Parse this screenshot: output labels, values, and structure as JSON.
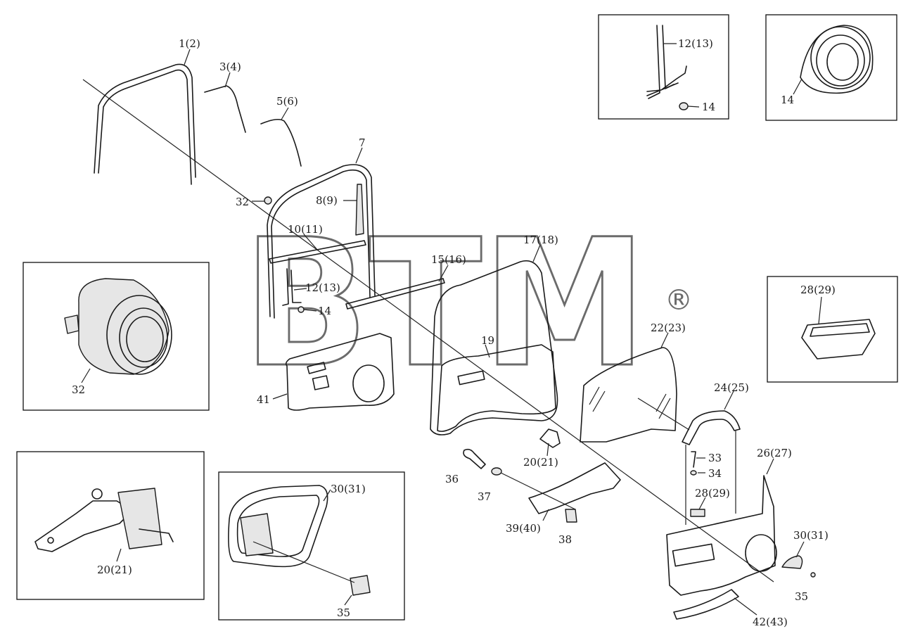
{
  "watermark": {
    "text": "BTM",
    "reg": "®"
  },
  "labels": {
    "l1": "1(2)",
    "l3": "3(4)",
    "l5": "5(6)",
    "l7": "7",
    "l8": "8(9)",
    "l32a": "32",
    "l10": "10(11)",
    "l12a": "12(13)",
    "l14a": "14",
    "l15": "15(16)",
    "l17": "17(18)",
    "l19": "19",
    "l22": "22(23)",
    "l24": "24(25)",
    "l20a": "20(21)",
    "l41": "41",
    "l36": "36",
    "l37": "37",
    "l33": "33",
    "l34": "34",
    "l28a": "28(29)",
    "l26": "26(27)",
    "l39": "39(40)",
    "l38": "38",
    "l30a": "30(31)",
    "l35a": "35",
    "l42": "42(43)",
    "l12b": "12(13)",
    "l14b": "14",
    "l14c": "14",
    "l32b": "32",
    "l28b": "28(29)",
    "l20b": "20(21)",
    "l30b": "30(31)",
    "l35b": "35"
  }
}
